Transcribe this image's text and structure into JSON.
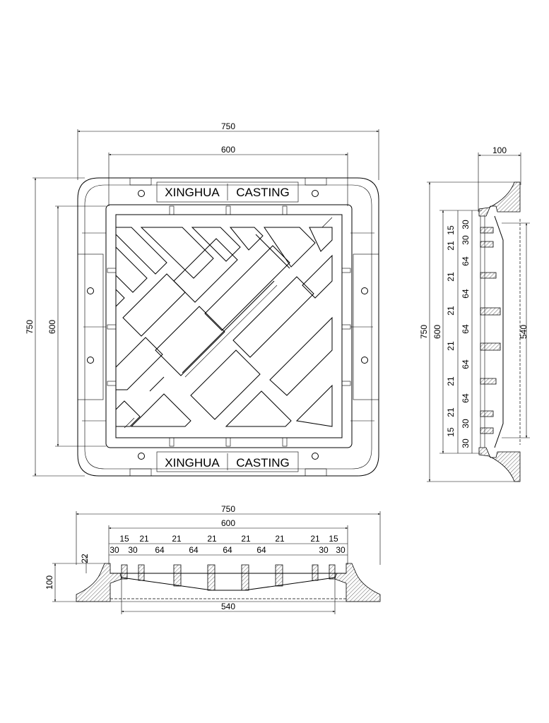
{
  "plan_view": {
    "brand_top_left": "XINGHUA",
    "brand_top_right": "CASTING",
    "brand_bottom_left": "XINGHUA",
    "brand_bottom_right": "CASTING",
    "dim_outer_width": "750",
    "dim_inner_width": "600",
    "dim_outer_height": "750",
    "dim_inner_height": "600"
  },
  "side_view": {
    "dim_depth": "100",
    "dim_outer_height": "750",
    "dim_inner_height": "600",
    "dim_clear": "540",
    "rib_dims": [
      "30",
      "15",
      "30",
      "21",
      "64",
      "21",
      "64",
      "21",
      "64",
      "21",
      "64",
      "21",
      "64",
      "21",
      "30",
      "15",
      "30"
    ]
  },
  "front_view": {
    "dim_outer_width": "750",
    "dim_inner_width": "600",
    "dim_height": "100",
    "dim_lip": "22",
    "dim_clear": "540",
    "rib_top_dims": [
      "15",
      "21",
      "21",
      "21",
      "21",
      "21",
      "21",
      "15"
    ],
    "rib_bottom_dims": [
      "30",
      "30",
      "64",
      "64",
      "64",
      "64",
      "30",
      "30"
    ]
  }
}
